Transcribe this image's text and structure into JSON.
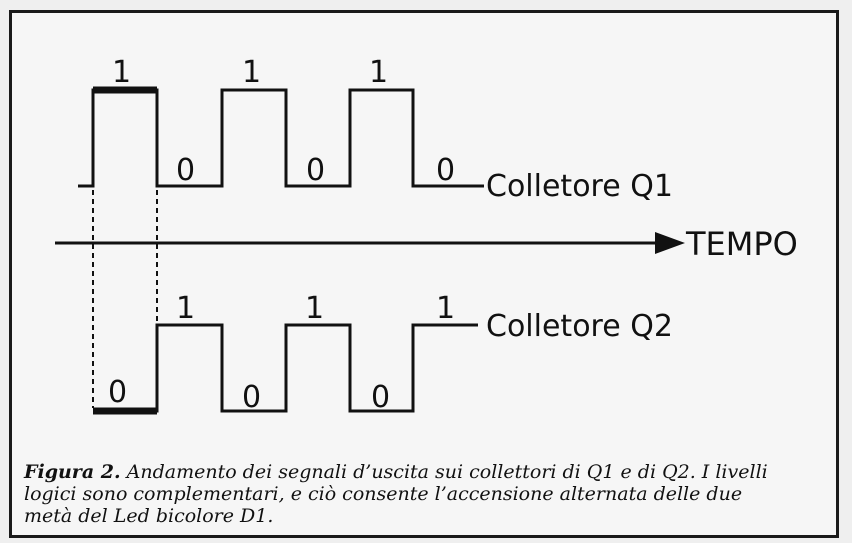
{
  "diagram": {
    "axis_label": "TEMPO",
    "q1_label": "Colletore Q1",
    "q2_label": "Colletore Q2",
    "q1_levels": [
      "1",
      "0",
      "1",
      "0",
      "1",
      "0"
    ],
    "q2_levels": [
      "0",
      "1",
      "0",
      "1",
      "0",
      "1"
    ]
  },
  "caption": {
    "figure_label": "Figura 2.",
    "text": "Andamento dei segnali d’uscita sui collettori di Q1 e di Q2. I livelli logici sono complementari, e ciò consente l’accensione alternata delle due metà del Led bicolore D1."
  }
}
